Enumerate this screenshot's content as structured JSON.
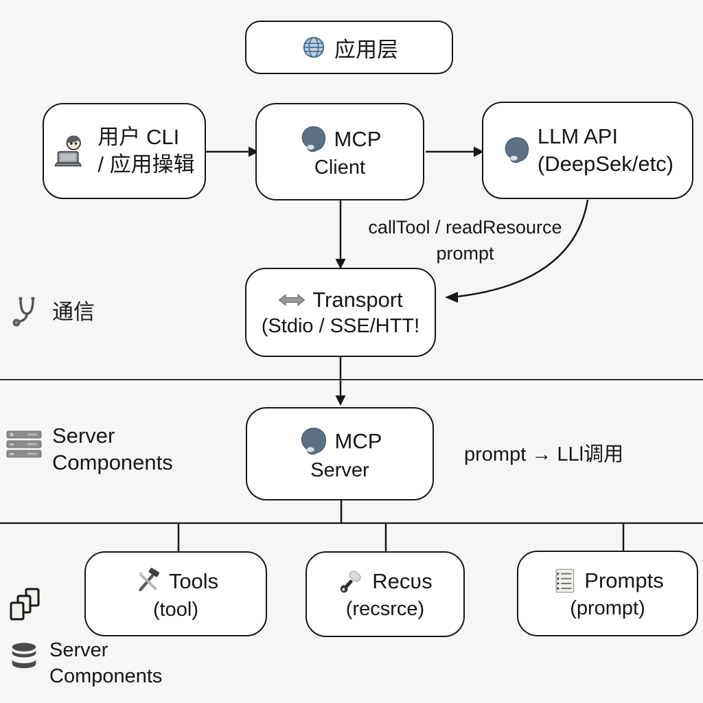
{
  "colors": {
    "background": "#f6f6f4",
    "box_fill": "#ffffff",
    "box_border": "#161616",
    "text": "#161616",
    "head_icon_fill": "#5d7183",
    "connector": "#161616"
  },
  "app_layer_box": {
    "icon": "globe-icon",
    "label": "应用层"
  },
  "client_row": {
    "user_box": {
      "icon": "technologist-icon",
      "line1": "用户 CLI",
      "line2": "/ 应用操辑"
    },
    "mcp_client_box": {
      "icon": "head-icon",
      "line1": "MCP",
      "line2": "Client"
    },
    "llm_api_box": {
      "icon": "head-icon",
      "line1": "LLM API",
      "line2": "(DeepSek/etc)"
    }
  },
  "call_edge_label": {
    "line1": "callTool / readResource",
    "line2": "prompt"
  },
  "transport_box": {
    "icon": "left-right-arrow-icon",
    "line1": "Transport",
    "line2": "(Stdio / SSE/HTT!"
  },
  "communication_label": {
    "icon": "stethoscope-icon",
    "text": "通信"
  },
  "server_components_label": {
    "icon": "server-rack-icon",
    "line1": "Server",
    "line2": "Components"
  },
  "mcp_server_box": {
    "icon": "head-icon",
    "line1": "MCP",
    "line2": "Server"
  },
  "prompt_note": "prompt → LLl调用",
  "capability_row": {
    "tools_box": {
      "icon": "tools-icon",
      "line1": "Tools",
      "line2": "(tool)"
    },
    "resources_box": {
      "icon": "brush-icon",
      "line1": "Recʋs",
      "line2": "(recsrce)"
    },
    "prompts_box": {
      "icon": "list-icon",
      "line1": "Prompts",
      "line2": "(prompt)"
    }
  },
  "bottom_label": {
    "icon_top": "pages-icon",
    "icon": "database-icon",
    "line1": "Server",
    "line2": "Components"
  }
}
